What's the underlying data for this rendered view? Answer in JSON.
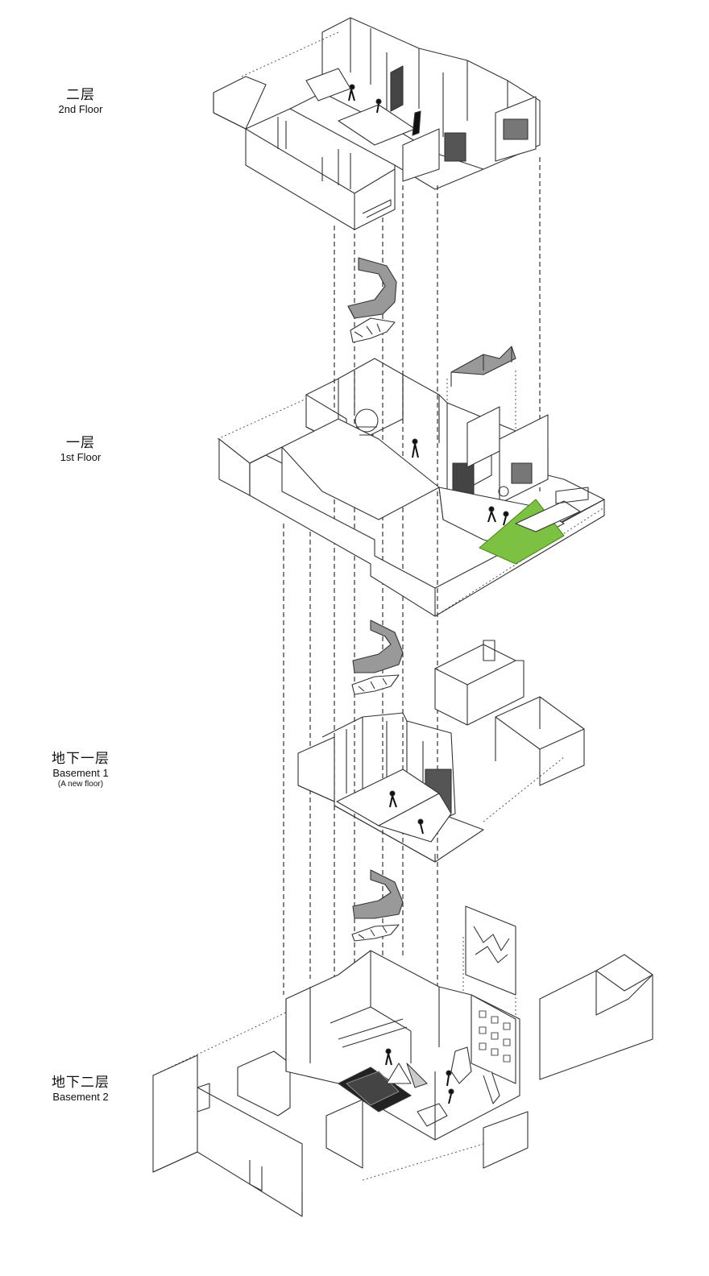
{
  "floors": [
    {
      "cn": "二层",
      "en": "2nd Floor",
      "note": ""
    },
    {
      "cn": "一层",
      "en": "1st Floor",
      "note": ""
    },
    {
      "cn": "地下一层",
      "en": "Basement 1",
      "note": "(A new floor)"
    },
    {
      "cn": "地下二层",
      "en": "Basement 2",
      "note": ""
    }
  ],
  "colors": {
    "line": "#333333",
    "grass": "#7dc142",
    "stair": "#9a9a9a",
    "dark": "#222222"
  }
}
